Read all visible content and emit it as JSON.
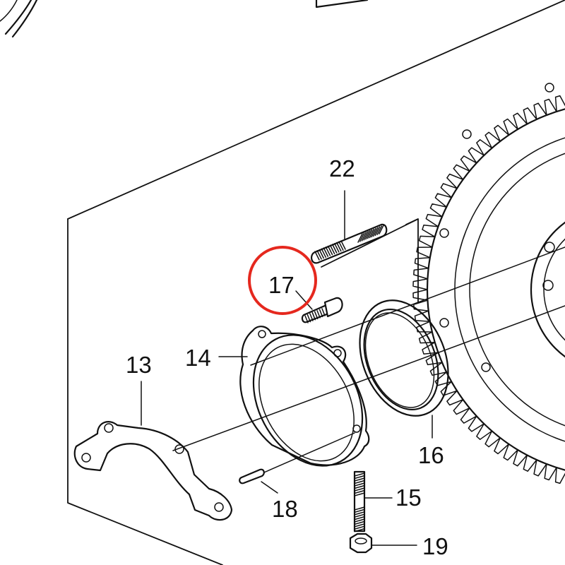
{
  "callouts": {
    "c13": "13",
    "c14": "14",
    "c15": "15",
    "c16": "16",
    "c17": "17",
    "c18": "18",
    "c19": "19",
    "c22": "22"
  },
  "highlight": {
    "part": "17",
    "color": "#e5281e"
  },
  "parts": {
    "13": "bracket-plate",
    "14": "seal-housing",
    "15": "stud",
    "16": "oil-seal",
    "17": "screw",
    "18": "dowel-pin",
    "19": "nut",
    "22": "stud"
  }
}
